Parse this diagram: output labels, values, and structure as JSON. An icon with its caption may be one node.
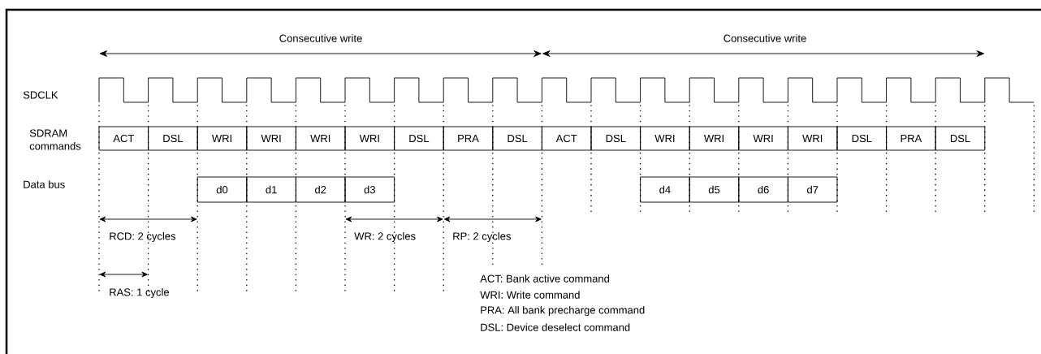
{
  "diagram": {
    "nodes": [
      {
        "text": [
          "ACT"
        ]
      },
      {
        "text": [
          "DSL"
        ]
      },
      {
        "text": [
          "WRI"
        ]
      },
      {
        "text": [
          "WRI"
        ]
      },
      {
        "text": [
          "WRI"
        ]
      },
      {
        "text": [
          "WRI"
        ]
      },
      {
        "text": [
          "DSL"
        ]
      },
      {
        "text": [
          "PRA"
        ]
      },
      {
        "text": [
          "DSL"
        ]
      },
      {
        "text": [
          "ACT"
        ]
      },
      {
        "text": [
          "DSL"
        ]
      },
      {
        "text": [
          "WRI"
        ]
      },
      {
        "text": [
          "WRI"
        ]
      },
      {
        "text": [
          "WRI"
        ]
      },
      {
        "text": [
          "WRI"
        ]
      },
      {
        "text": [
          "DSL"
        ]
      },
      {
        "text": [
          "PRA"
        ]
      },
      {
        "text": [
          "DSL"
        ]
      },
      {
        "text": [
          "d0"
        ]
      },
      {
        "text": [
          "d1"
        ]
      },
      {
        "text": [
          "d2"
        ]
      },
      {
        "text": [
          "d3"
        ]
      },
      {
        "text": [
          "d4"
        ]
      },
      {
        "text": [
          "d5"
        ]
      },
      {
        "text": [
          "d6"
        ]
      },
      {
        "text": [
          "d7"
        ]
      }
    ],
    "labels": [
      "Consecutive write",
      "Consecutive write",
      "SDCLK",
      "SDRAM commands",
      "Data bus",
      "RCD: 2 cycles",
      "WR: 2 cycles",
      "RP: 2 cycles",
      "RAS: 1 cycle",
      "ACT: Bank active command",
      "WRI: Write command",
      "PRA: All bank precharge command",
      "DSL: Device deselect command"
    ]
  }
}
